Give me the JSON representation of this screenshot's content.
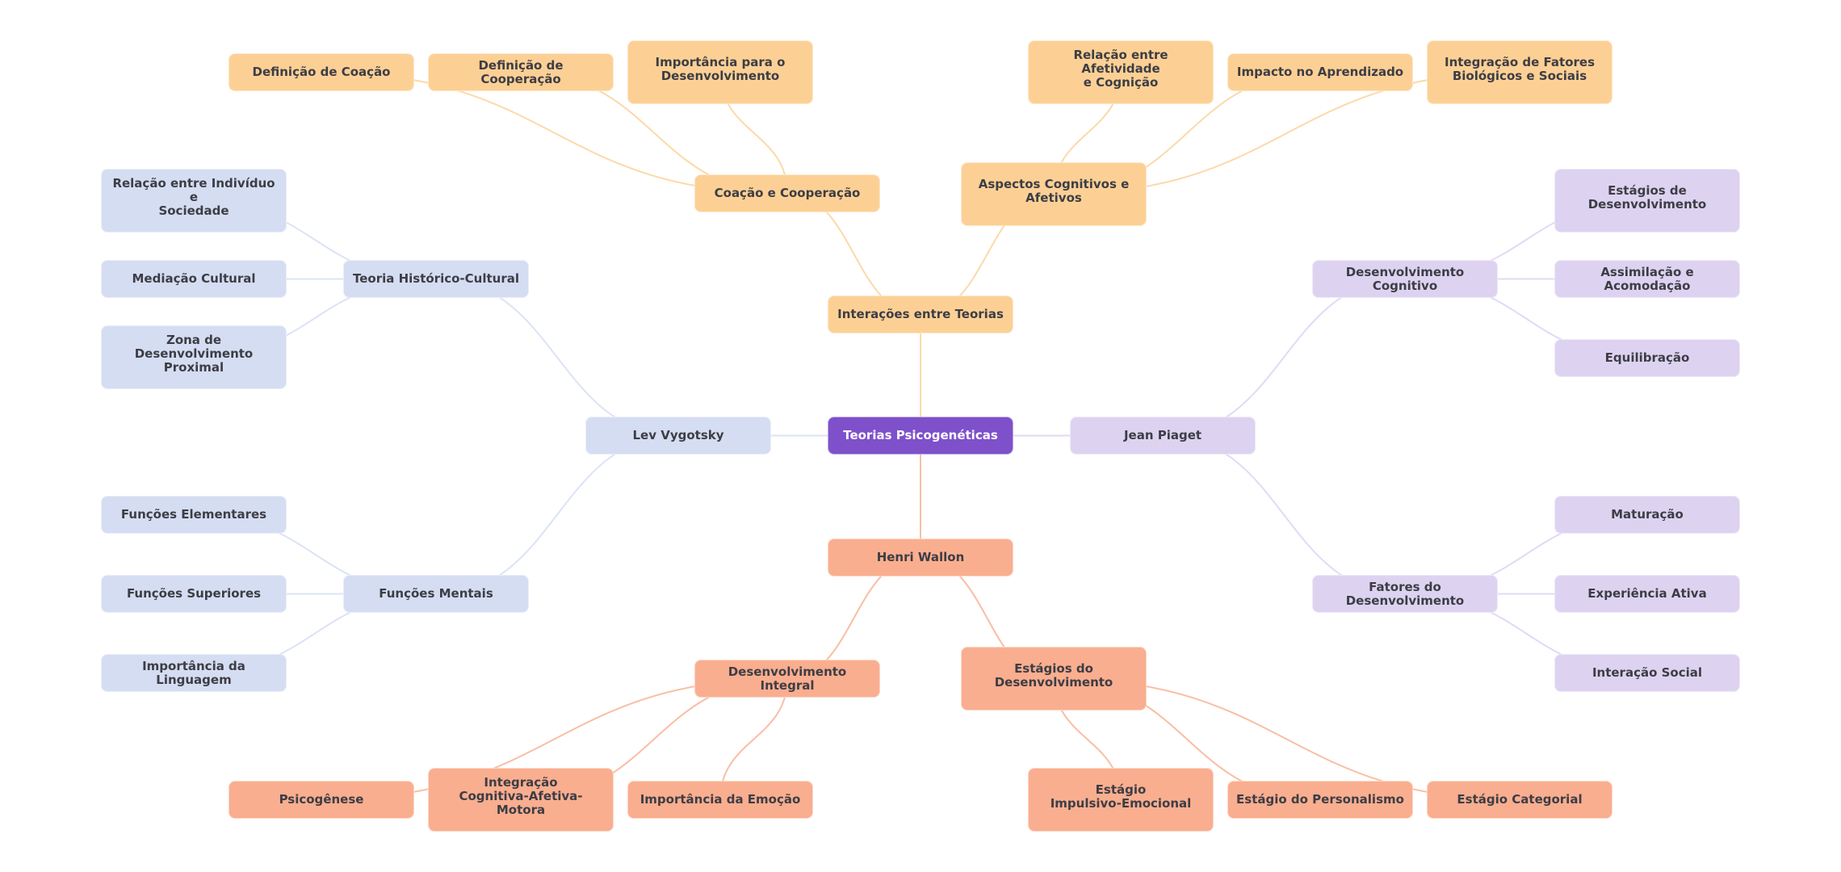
{
  "title": "Teorias Psicogenéticas",
  "colors": {
    "root": "#7e50ca",
    "interacoes": "#fcd095",
    "vygotsky": "#d5ddf2",
    "piaget": "#ddd3f1",
    "wallon": "#f9ae8f",
    "edge_interacoes": "#fcd9aa",
    "edge_vygotsky": "#dbe3f5",
    "edge_piaget": "#e3d9f5",
    "edge_wallon": "#f9bea5",
    "text": "#3d3d45",
    "root_text": "#ffffff"
  },
  "nodes": {
    "root": {
      "label": "Teorias Psicogenéticas",
      "branch": "root",
      "parent": null
    },
    "interacoes": {
      "label": "Interações entre Teorias",
      "branch": "interacoes",
      "parent": "root"
    },
    "coacao": {
      "label": "Coação e Cooperação",
      "branch": "interacoes",
      "parent": "interacoes"
    },
    "aspectos": {
      "label": "Aspectos Cognitivos e\nAfetivos",
      "branch": "interacoes",
      "parent": "interacoes"
    },
    "def_coacao": {
      "label": "Definição de Coação",
      "branch": "interacoes",
      "parent": "coacao"
    },
    "def_coop": {
      "label": "Definição de Cooperação",
      "branch": "interacoes",
      "parent": "coacao"
    },
    "imp_desenv": {
      "label": "Importância para o\nDesenvolvimento",
      "branch": "interacoes",
      "parent": "coacao"
    },
    "rel_afet": {
      "label": "Relação entre Afetividade\ne Cognição",
      "branch": "interacoes",
      "parent": "aspectos"
    },
    "impacto": {
      "label": "Impacto no Aprendizado",
      "branch": "interacoes",
      "parent": "aspectos"
    },
    "integ_fatores": {
      "label": "Integração de Fatores\nBiológicos e Sociais",
      "branch": "interacoes",
      "parent": "aspectos"
    },
    "vygotsky": {
      "label": "Lev Vygotsky",
      "branch": "vygotsky",
      "parent": "root"
    },
    "teoria_hc": {
      "label": "Teoria Histórico-Cultural",
      "branch": "vygotsky",
      "parent": "vygotsky"
    },
    "funcoes_mentais": {
      "label": "Funções Mentais",
      "branch": "vygotsky",
      "parent": "vygotsky"
    },
    "rel_ind": {
      "label": "Relação entre Indivíduo e\nSociedade",
      "branch": "vygotsky",
      "parent": "teoria_hc"
    },
    "mediacao": {
      "label": "Mediação Cultural",
      "branch": "vygotsky",
      "parent": "teoria_hc"
    },
    "zona": {
      "label": "Zona de Desenvolvimento\nProximal",
      "branch": "vygotsky",
      "parent": "teoria_hc"
    },
    "func_elem": {
      "label": "Funções Elementares",
      "branch": "vygotsky",
      "parent": "funcoes_mentais"
    },
    "func_sup": {
      "label": "Funções Superiores",
      "branch": "vygotsky",
      "parent": "funcoes_mentais"
    },
    "ling": {
      "label": "Importância da Linguagem",
      "branch": "vygotsky",
      "parent": "funcoes_mentais"
    },
    "piaget": {
      "label": "Jean Piaget",
      "branch": "piaget",
      "parent": "root"
    },
    "desenv_cog": {
      "label": "Desenvolvimento Cognitivo",
      "branch": "piaget",
      "parent": "piaget"
    },
    "fatores": {
      "label": "Fatores do Desenvolvimento",
      "branch": "piaget",
      "parent": "piaget"
    },
    "estagios_de": {
      "label": "Estágios de\nDesenvolvimento",
      "branch": "piaget",
      "parent": "desenv_cog"
    },
    "assim": {
      "label": "Assimilação e Acomodação",
      "branch": "piaget",
      "parent": "desenv_cog"
    },
    "equil": {
      "label": "Equilibração",
      "branch": "piaget",
      "parent": "desenv_cog"
    },
    "matur": {
      "label": "Maturação",
      "branch": "piaget",
      "parent": "fatores"
    },
    "exp": {
      "label": "Experiência Ativa",
      "branch": "piaget",
      "parent": "fatores"
    },
    "inter_social": {
      "label": "Interação Social",
      "branch": "piaget",
      "parent": "fatores"
    },
    "wallon": {
      "label": "Henri Wallon",
      "branch": "wallon",
      "parent": "root"
    },
    "desenv_int": {
      "label": "Desenvolvimento Integral",
      "branch": "wallon",
      "parent": "wallon"
    },
    "estagios_do": {
      "label": "Estágios do\nDesenvolvimento",
      "branch": "wallon",
      "parent": "wallon"
    },
    "psico": {
      "label": "Psicogênese",
      "branch": "wallon",
      "parent": "desenv_int"
    },
    "integ_cam": {
      "label": "Integração\nCognitiva-Afetiva-Motora",
      "branch": "wallon",
      "parent": "desenv_int"
    },
    "imp_emocao": {
      "label": "Importância da Emoção",
      "branch": "wallon",
      "parent": "desenv_int"
    },
    "impulsivo": {
      "label": "Estágio\nImpulsivo-Emocional",
      "branch": "wallon",
      "parent": "estagios_do"
    },
    "personalismo": {
      "label": "Estágio do Personalismo",
      "branch": "wallon",
      "parent": "estagios_do"
    },
    "categorial": {
      "label": "Estágio Categorial",
      "branch": "wallon",
      "parent": "estagios_do"
    }
  }
}
